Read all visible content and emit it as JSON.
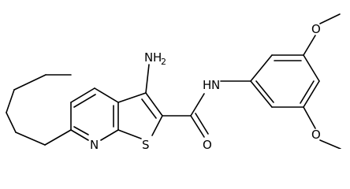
{
  "molecule": {
    "atom_labels": {
      "amino_nitrogen": "N",
      "amino_hydrogen": "H",
      "amino_subscript": "2",
      "amide_hydrogen": "H",
      "amide_nitrogen": "N",
      "amide_oxygen": "O",
      "pyridine_nitrogen": "N",
      "thiophene_sulfur": "S",
      "methoxy_oxygen_top": "O",
      "methoxy_oxygen_bottom": "O"
    }
  }
}
